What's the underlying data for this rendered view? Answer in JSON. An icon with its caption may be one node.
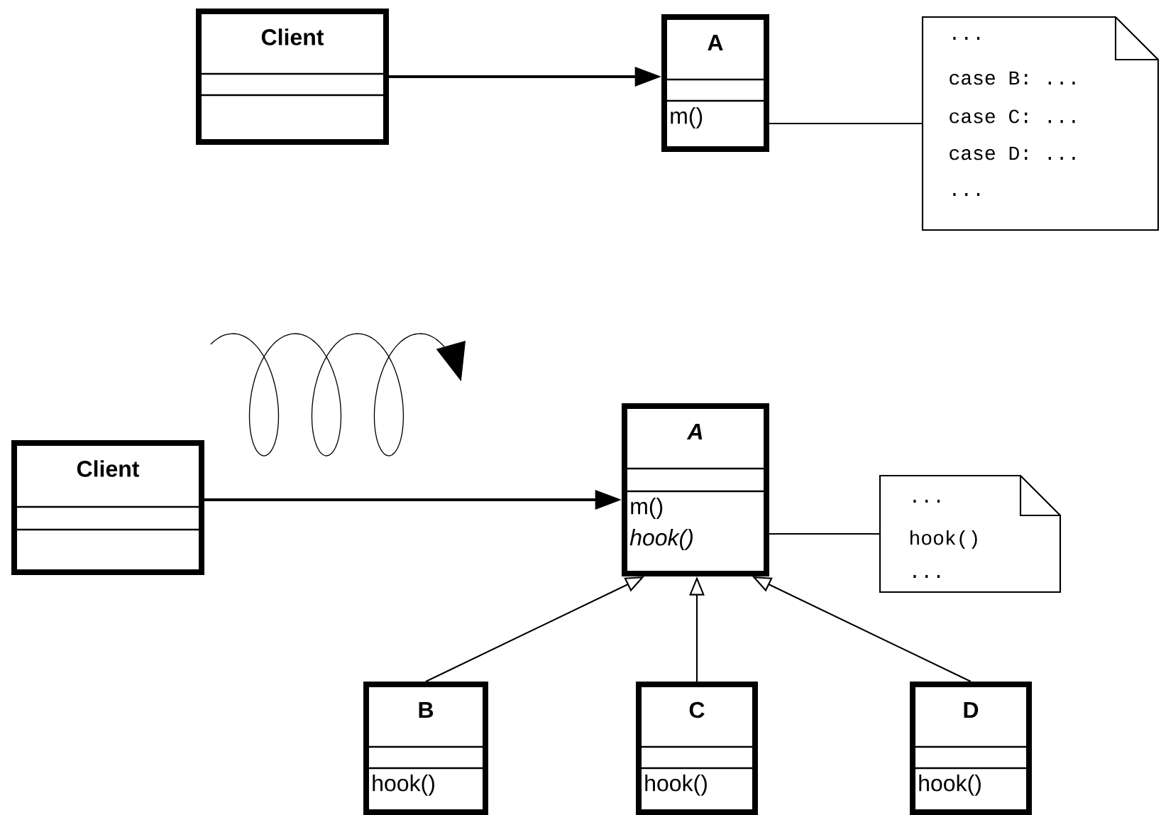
{
  "diagram": {
    "nodes": [
      {
        "text": [
          "Client"
        ]
      },
      {
        "text": [
          "A",
          "m()"
        ]
      },
      {
        "text": [
          "...",
          "case B: ...",
          "case C: ...",
          "case D: ...",
          "..."
        ]
      },
      {
        "text": [
          "Client"
        ]
      },
      {
        "text": [
          "A",
          "m()",
          "hook()"
        ]
      },
      {
        "text": [
          "...",
          "hook()",
          "..."
        ]
      },
      {
        "text": [
          "B",
          "hook()"
        ]
      },
      {
        "text": [
          "C",
          "hook()"
        ]
      },
      {
        "text": [
          "D",
          "hook()"
        ]
      }
    ],
    "edges": [
      {
        "from": 0,
        "to": 1,
        "arrow": "to"
      },
      {
        "from": 1,
        "to": 2,
        "arrow": "none"
      },
      {
        "from": 3,
        "to": 4,
        "arrow": "to"
      },
      {
        "from": 4,
        "to": 5,
        "arrow": "none"
      },
      {
        "from": 6,
        "to": 4,
        "arrow": "to"
      },
      {
        "from": 7,
        "to": 4,
        "arrow": "to"
      },
      {
        "from": 8,
        "to": 4,
        "arrow": "to"
      }
    ]
  }
}
